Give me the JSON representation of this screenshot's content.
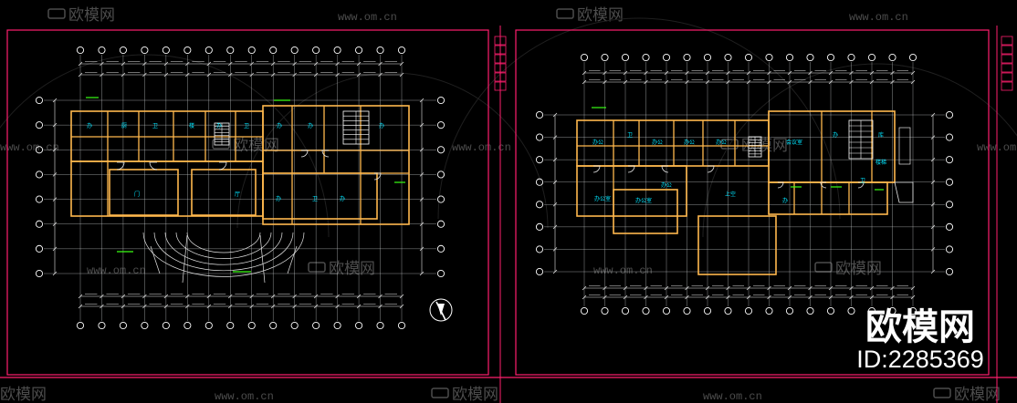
{
  "colors": {
    "background": "#000000",
    "sheet_border": "#ff1f6e",
    "wall": "#ffb84d",
    "grid": "#cfd2d4",
    "axis_bubble": "#ffffff",
    "dimension": "#e6e6e6",
    "room_label": "#00e5ff",
    "stair": "#ffffff",
    "green_note": "#39ff14",
    "watermark": "#8a8a8a",
    "logo_text": "#ffffff"
  },
  "watermark": {
    "brand": "欧模网",
    "url": "www.om.cn"
  },
  "logo": {
    "brand": "欧模网",
    "id_text": "ID:2285369"
  },
  "plans": [
    {
      "name": "floor-plan-1",
      "room_labels": [
        "办",
        "厨",
        "卫",
        "楼",
        "办",
        "卫",
        "办",
        "门",
        "厅",
        "办",
        "办",
        "卫",
        "办",
        "办"
      ]
    },
    {
      "name": "floor-plan-2",
      "room_labels": [
        "办公",
        "卫",
        "办公",
        "办公",
        "办公",
        "会议室",
        "办",
        "卫",
        "库",
        "楼梯",
        "办公",
        "办",
        "办公室",
        "办公室",
        "上空"
      ]
    }
  ],
  "icons": {
    "north_arrow": "north-arrow-icon"
  }
}
